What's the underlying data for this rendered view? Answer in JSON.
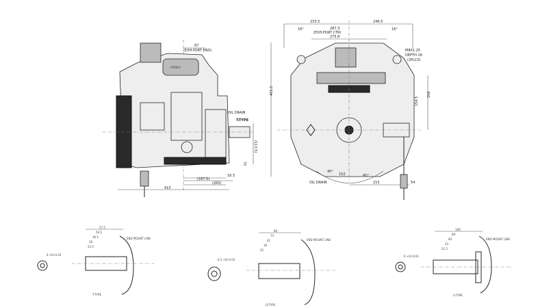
{
  "side_view": {
    "dim_67": "67",
    "exh_port_end": "(EXH.PORT END)",
    "oil_drain": "OIL DRAIN",
    "t_type": "T-TYPE",
    "dim_113_5": "(113.5)",
    "dim_72": "72",
    "dim_16_5": "16.5",
    "dim_167_5": "(167.5)",
    "dim_265": "(265)",
    "dim_415": "415"
  },
  "front_view": {
    "dim_233_5": "233.5",
    "dim_246_5": "246.5",
    "angle_left": "16°",
    "angle_right": "16°",
    "dim_287_3": "287.3",
    "exh_port_ctr": "(EXH.PORT CTR)",
    "dim_275_8": "275.8",
    "thread": "M8X1.25",
    "depth": "DEPTH 18",
    "places": "(2PLCS)",
    "dim_451_5": "451.5",
    "dim_154_5": "154.5",
    "dim_206": "206",
    "oil_drain": "OIL DRAIN",
    "dim_152": "152",
    "angle_45_left": "45°",
    "angle_45_right": "45°",
    "dim_215": "215",
    "dim_54": "54"
  },
  "shaft_details": [
    {
      "caption": "T-TYPE",
      "end_mount_line": "END MOUNT LINE",
      "dims": [
        "57.5",
        "59.5",
        "36.5",
        "28",
        "23.5"
      ],
      "key": "6 +0/-0.03"
    },
    {
      "caption": "Q-TYPE",
      "end_mount_line": "END MOUNT LINE",
      "dims": [
        "80",
        "73",
        "61",
        "36",
        "25"
      ],
      "key": "6.3 +0/-0.03"
    },
    {
      "caption": "U-TYPE",
      "end_mount_line": "END MOUNT LINE",
      "dims": [
        "100",
        "89",
        "60",
        "23",
        "21.5"
      ],
      "key": "6 +0/-0.03"
    }
  ]
}
